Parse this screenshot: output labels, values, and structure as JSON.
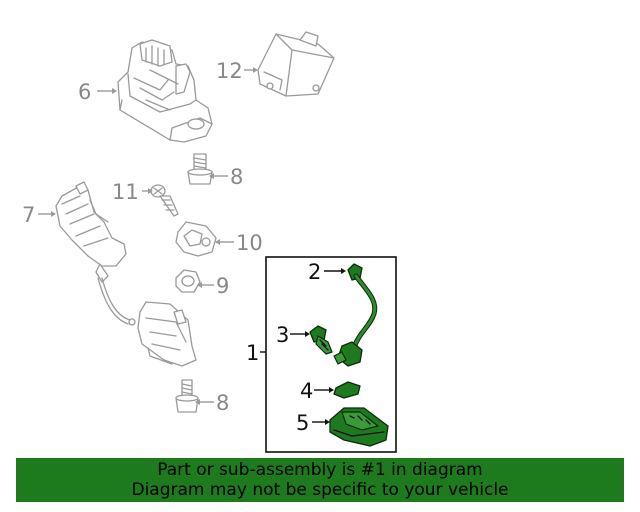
{
  "callouts": {
    "c1": "1",
    "c2": "2",
    "c3": "3",
    "c4": "4",
    "c5": "5",
    "c6": "6",
    "c7": "7",
    "c8a": "8",
    "c8b": "8",
    "c9": "9",
    "c10": "10",
    "c11": "11",
    "c12": "12"
  },
  "highlight_color": "#1d7a1d",
  "banner": {
    "line1": "Part or sub-assembly is #1 in diagram",
    "line2": "Diagram may not be specific to your vehicle"
  }
}
